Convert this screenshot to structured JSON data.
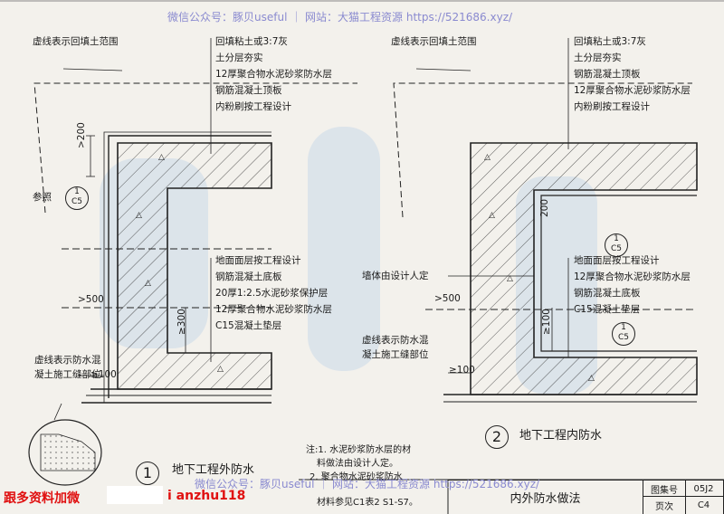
{
  "watermark_top": "微信公众号：豚贝useful ｜ 网站：大猫工程资源 https://521686.xyz/",
  "watermark_bottom": "微信公众号：豚贝useful ｜ 网站：大猫工程资源 https://521686.xyz/",
  "red_note_left": "跟多资料加微",
  "red_note_right": "i anzhu118",
  "left": {
    "top_labels": [
      "虚线表示回填土范围",
      "回填粘土或3:7灰",
      "土分层夯实",
      "12厚聚合物水泥砂浆防水层",
      "钢筋混凝土顶板",
      "内粉刷按工程设计"
    ],
    "mid_labels": [
      "地面面层按工程设计",
      "钢筋混凝土底板",
      "20厚1:2.5水泥砂浆保护层",
      "12厚聚合物水泥砂浆防水层",
      "C15混凝土垫层"
    ],
    "ref_label": "参照",
    "ref_circle_top": "1",
    "ref_circle_bottom": "C5",
    "dim_200": ">200",
    "dim_500": ">500",
    "dim_300": "≥300",
    "dim_100": "≥100",
    "joint_label_1": "虚线表示防水混",
    "joint_label_2": "凝土施工缝部位",
    "caption_number": "1",
    "caption": "地下工程外防水"
  },
  "right": {
    "top_labels": [
      "虚线表示回填土范围",
      "回填粘土或3:7灰",
      "土分层夯实",
      "钢筋混凝土顶板",
      "12厚聚合物水泥砂浆防水层",
      "内粉刷按工程设计"
    ],
    "mid_labels": [
      "地面面层按工程设计",
      "12厚聚合物水泥砂浆防水层",
      "钢筋混凝土底板",
      "C15混凝土垫层"
    ],
    "wall_label": "墙体由设计人定",
    "dim_200": "200",
    "dim_500": ">500",
    "dim_100a": "≥100",
    "dim_100b": "≥100",
    "ref1_top": "1",
    "ref1_bottom": "C5",
    "ref2_top": "1",
    "ref2_bottom": "C5",
    "joint_label_1": "虚线表示防水混",
    "joint_label_2": "凝土施工缝部位",
    "caption_number": "2",
    "caption": "地下工程内防水"
  },
  "notes": [
    "注:1. 水泥砂浆防水层的材",
    "料做法由设计人定。",
    "2. 聚合物水泥砂浆防水",
    "材料参见C1表2 S1-S7。"
  ],
  "title_block": {
    "sheet_title": "内外防水做法",
    "atlas_label": "图集号",
    "atlas_value": "05J2",
    "page_label": "页次",
    "page_value": "C4"
  },
  "colors": {
    "ink": "#1a1a1a",
    "paper": "#f3f1ec",
    "watermark": "#8a8ad0",
    "red_note": "#e01010",
    "blue_fill": "#c9d9ea"
  }
}
